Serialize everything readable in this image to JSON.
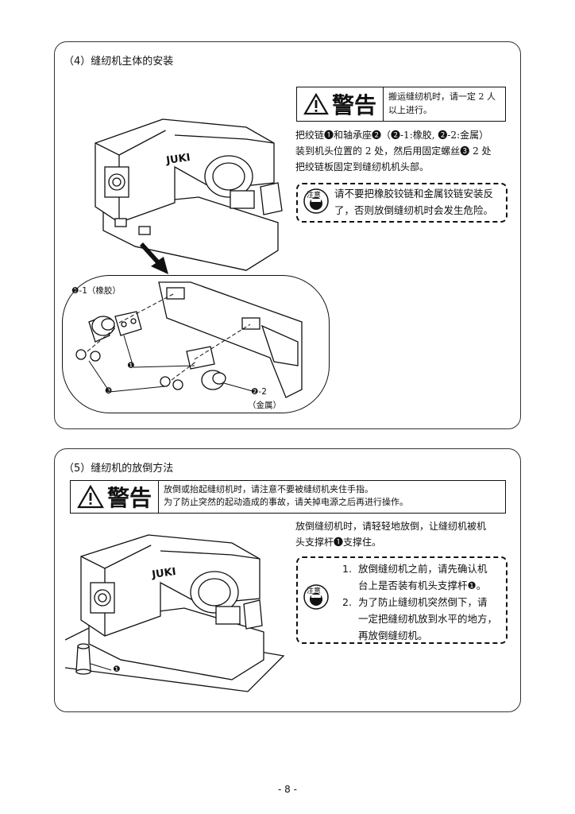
{
  "section1": {
    "title": "（4）缝纫机主体的安装",
    "warning": {
      "label": "警告",
      "text": "搬运缝纫机时，请一定 2 人以上进行。"
    },
    "instruction_lines": [
      "把绞链❶和轴承座❷（❷-1:橡胶, ❷-2:金属）",
      "装到机头位置的 2 处，然后用固定螺丝❸ 2 处",
      "把绞链板固定到缝纫机机头部。"
    ],
    "caution": {
      "icon_text": "注意",
      "lines": [
        "请不要把橡胶铰链和金属铰链安装反",
        "了，否则放倒缝纫机时会发生危险。"
      ]
    },
    "labels": {
      "rubber": "❷-1（橡胶）",
      "hinge": "❶",
      "screw": "❸",
      "metal_num": "❷-2",
      "metal": "（金属）"
    },
    "brand": "JUKI"
  },
  "section2": {
    "title": "（5）缝纫机的放倒方法",
    "warning": {
      "label": "警告",
      "lines": [
        "放倒或抬起缝纫机时，请注意不要被缝纫机夹住手指。",
        "为了防止突然的起动造成的事故，请关掉电源之后再进行操作。"
      ]
    },
    "instruction_lines": [
      "放倒缝纫机时，请轻轻地放倒，让缝纫机被机",
      "头支撑杆❶支撑住。"
    ],
    "caution": {
      "icon_text": "注意",
      "items": [
        {
          "num": "1.",
          "lines": [
            "放倒缝纫机之前，请先确认机",
            "台上是否装有机头支撑杆❶。"
          ]
        },
        {
          "num": "2.",
          "lines": [
            "为了防止缝纫机突然倒下，请",
            "一定把缝纫机放到水平的地方，",
            "再放倒缝纫机。"
          ]
        }
      ]
    },
    "labels": {
      "support": "❶"
    },
    "brand": "JUKI"
  },
  "page_number": "- 8 -"
}
